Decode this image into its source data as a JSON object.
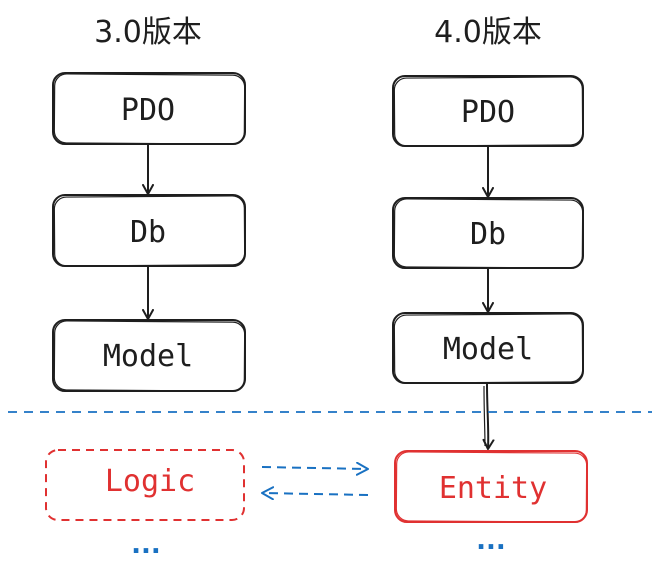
{
  "colors": {
    "ink": "#1e1e1e",
    "red": "#e03131",
    "blue": "#1971c2"
  },
  "columns": [
    {
      "title": "3.0版本",
      "nodes": [
        "PDO",
        "Db",
        "Model"
      ]
    },
    {
      "title": "4.0版本",
      "nodes": [
        "PDO",
        "Db",
        "Model"
      ]
    }
  ],
  "lower": {
    "logic_label": "Logic",
    "entity_label": "Entity",
    "left_ellipsis": "...",
    "right_ellipsis": "..."
  }
}
